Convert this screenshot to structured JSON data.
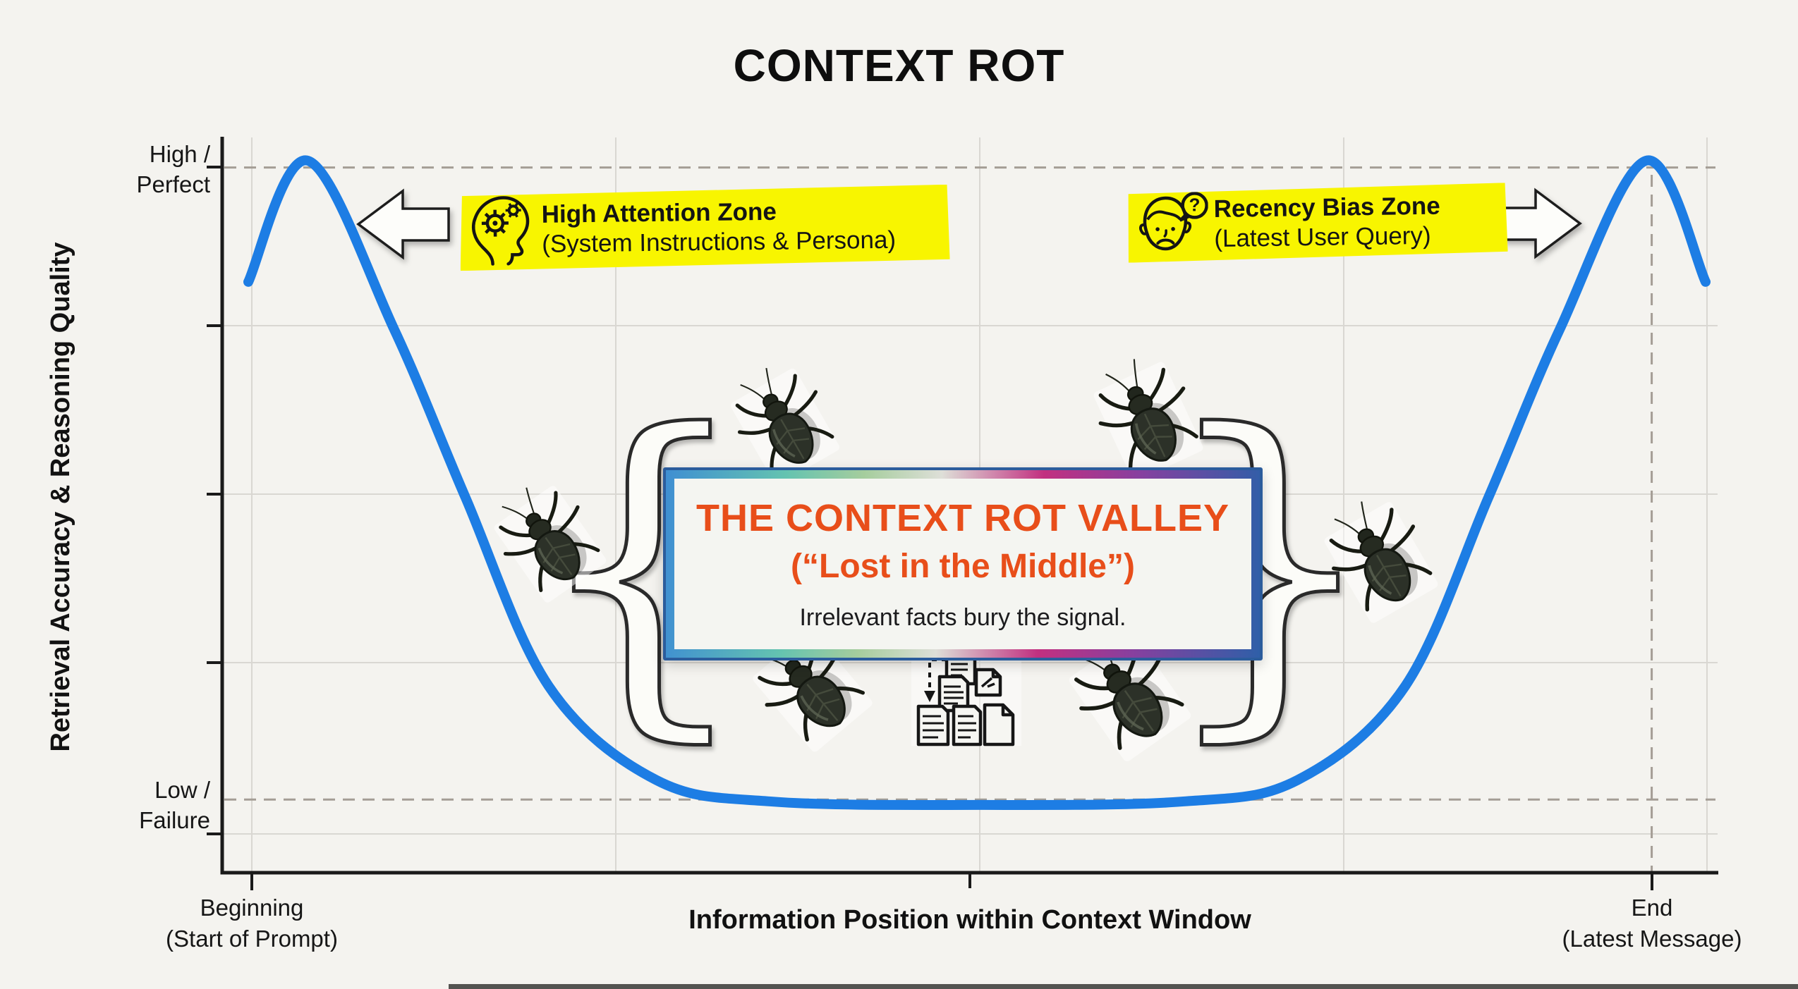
{
  "title": "CONTEXT ROT",
  "colors": {
    "curve": "#1d7de4",
    "highlight_yellow": "#f8f500",
    "valley_title_orange": "#e84e1a",
    "background": "#f4f3ef",
    "axis_black": "#1a1a1a",
    "gridline_gray": "#d9d7d2",
    "dashed_gray": "#a49d95"
  },
  "y_axis": {
    "title": "Retrieval Accuracy & Reasoning Quality",
    "top_tick": {
      "line1": "High /",
      "line2": "Perfect"
    },
    "bottom_tick": {
      "line1": "Low /",
      "line2": "Failure"
    }
  },
  "x_axis": {
    "title": "Information Position within Context Window",
    "left_tick": {
      "line1": "Beginning",
      "line2": "(Start of Prompt)"
    },
    "right_tick": {
      "line1": "End",
      "line2": "(Latest Message)"
    }
  },
  "zones": {
    "high_attention": {
      "icon": "head-gear-icon",
      "title": "High Attention Zone",
      "subtitle": "(System Instructions & Persona)"
    },
    "recency_bias": {
      "icon": "confused-face-icon",
      "title": "Recency Bias Zone",
      "subtitle": "(Latest User Query)"
    }
  },
  "valley_box": {
    "title": "THE CONTEXT ROT VALLEY",
    "subtitle": "(“Lost in the Middle”)",
    "caption": "Irrelevant facts bury the signal."
  },
  "decorations": {
    "left_brace": "{",
    "right_brace": "}",
    "question_mark": "?",
    "beetle_count": 6,
    "icons": [
      "beetle-icon",
      "document-pile-icon",
      "left-arrow-icon",
      "right-arrow-icon"
    ]
  },
  "chart_data": {
    "type": "line",
    "title": "CONTEXT ROT",
    "xlabel": "Information Position within Context Window",
    "ylabel": "Retrieval Accuracy & Reasoning Quality",
    "x_tick_labels": [
      "Beginning (Start of Prompt)",
      "End (Latest Message)"
    ],
    "y_tick_labels": [
      "Low / Failure",
      "High / Perfect"
    ],
    "x_unit": "percent position in context window",
    "y_unit": "percent retrieval quality",
    "points": [
      [
        0,
        82
      ],
      [
        4.1,
        100
      ],
      [
        10,
        75
      ],
      [
        14.9,
        50
      ],
      [
        20.6,
        22
      ],
      [
        28,
        8
      ],
      [
        36,
        4.8
      ],
      [
        50,
        4.3
      ],
      [
        64,
        4.8
      ],
      [
        72,
        8
      ],
      [
        79.4,
        22
      ],
      [
        85.1,
        50
      ],
      [
        90,
        75
      ],
      [
        95.9,
        100
      ],
      [
        100,
        82
      ]
    ],
    "reference": {
      "high_q": 99,
      "low_q": 5.1,
      "end_x": 96.3
    },
    "grid": true,
    "legend": false
  }
}
